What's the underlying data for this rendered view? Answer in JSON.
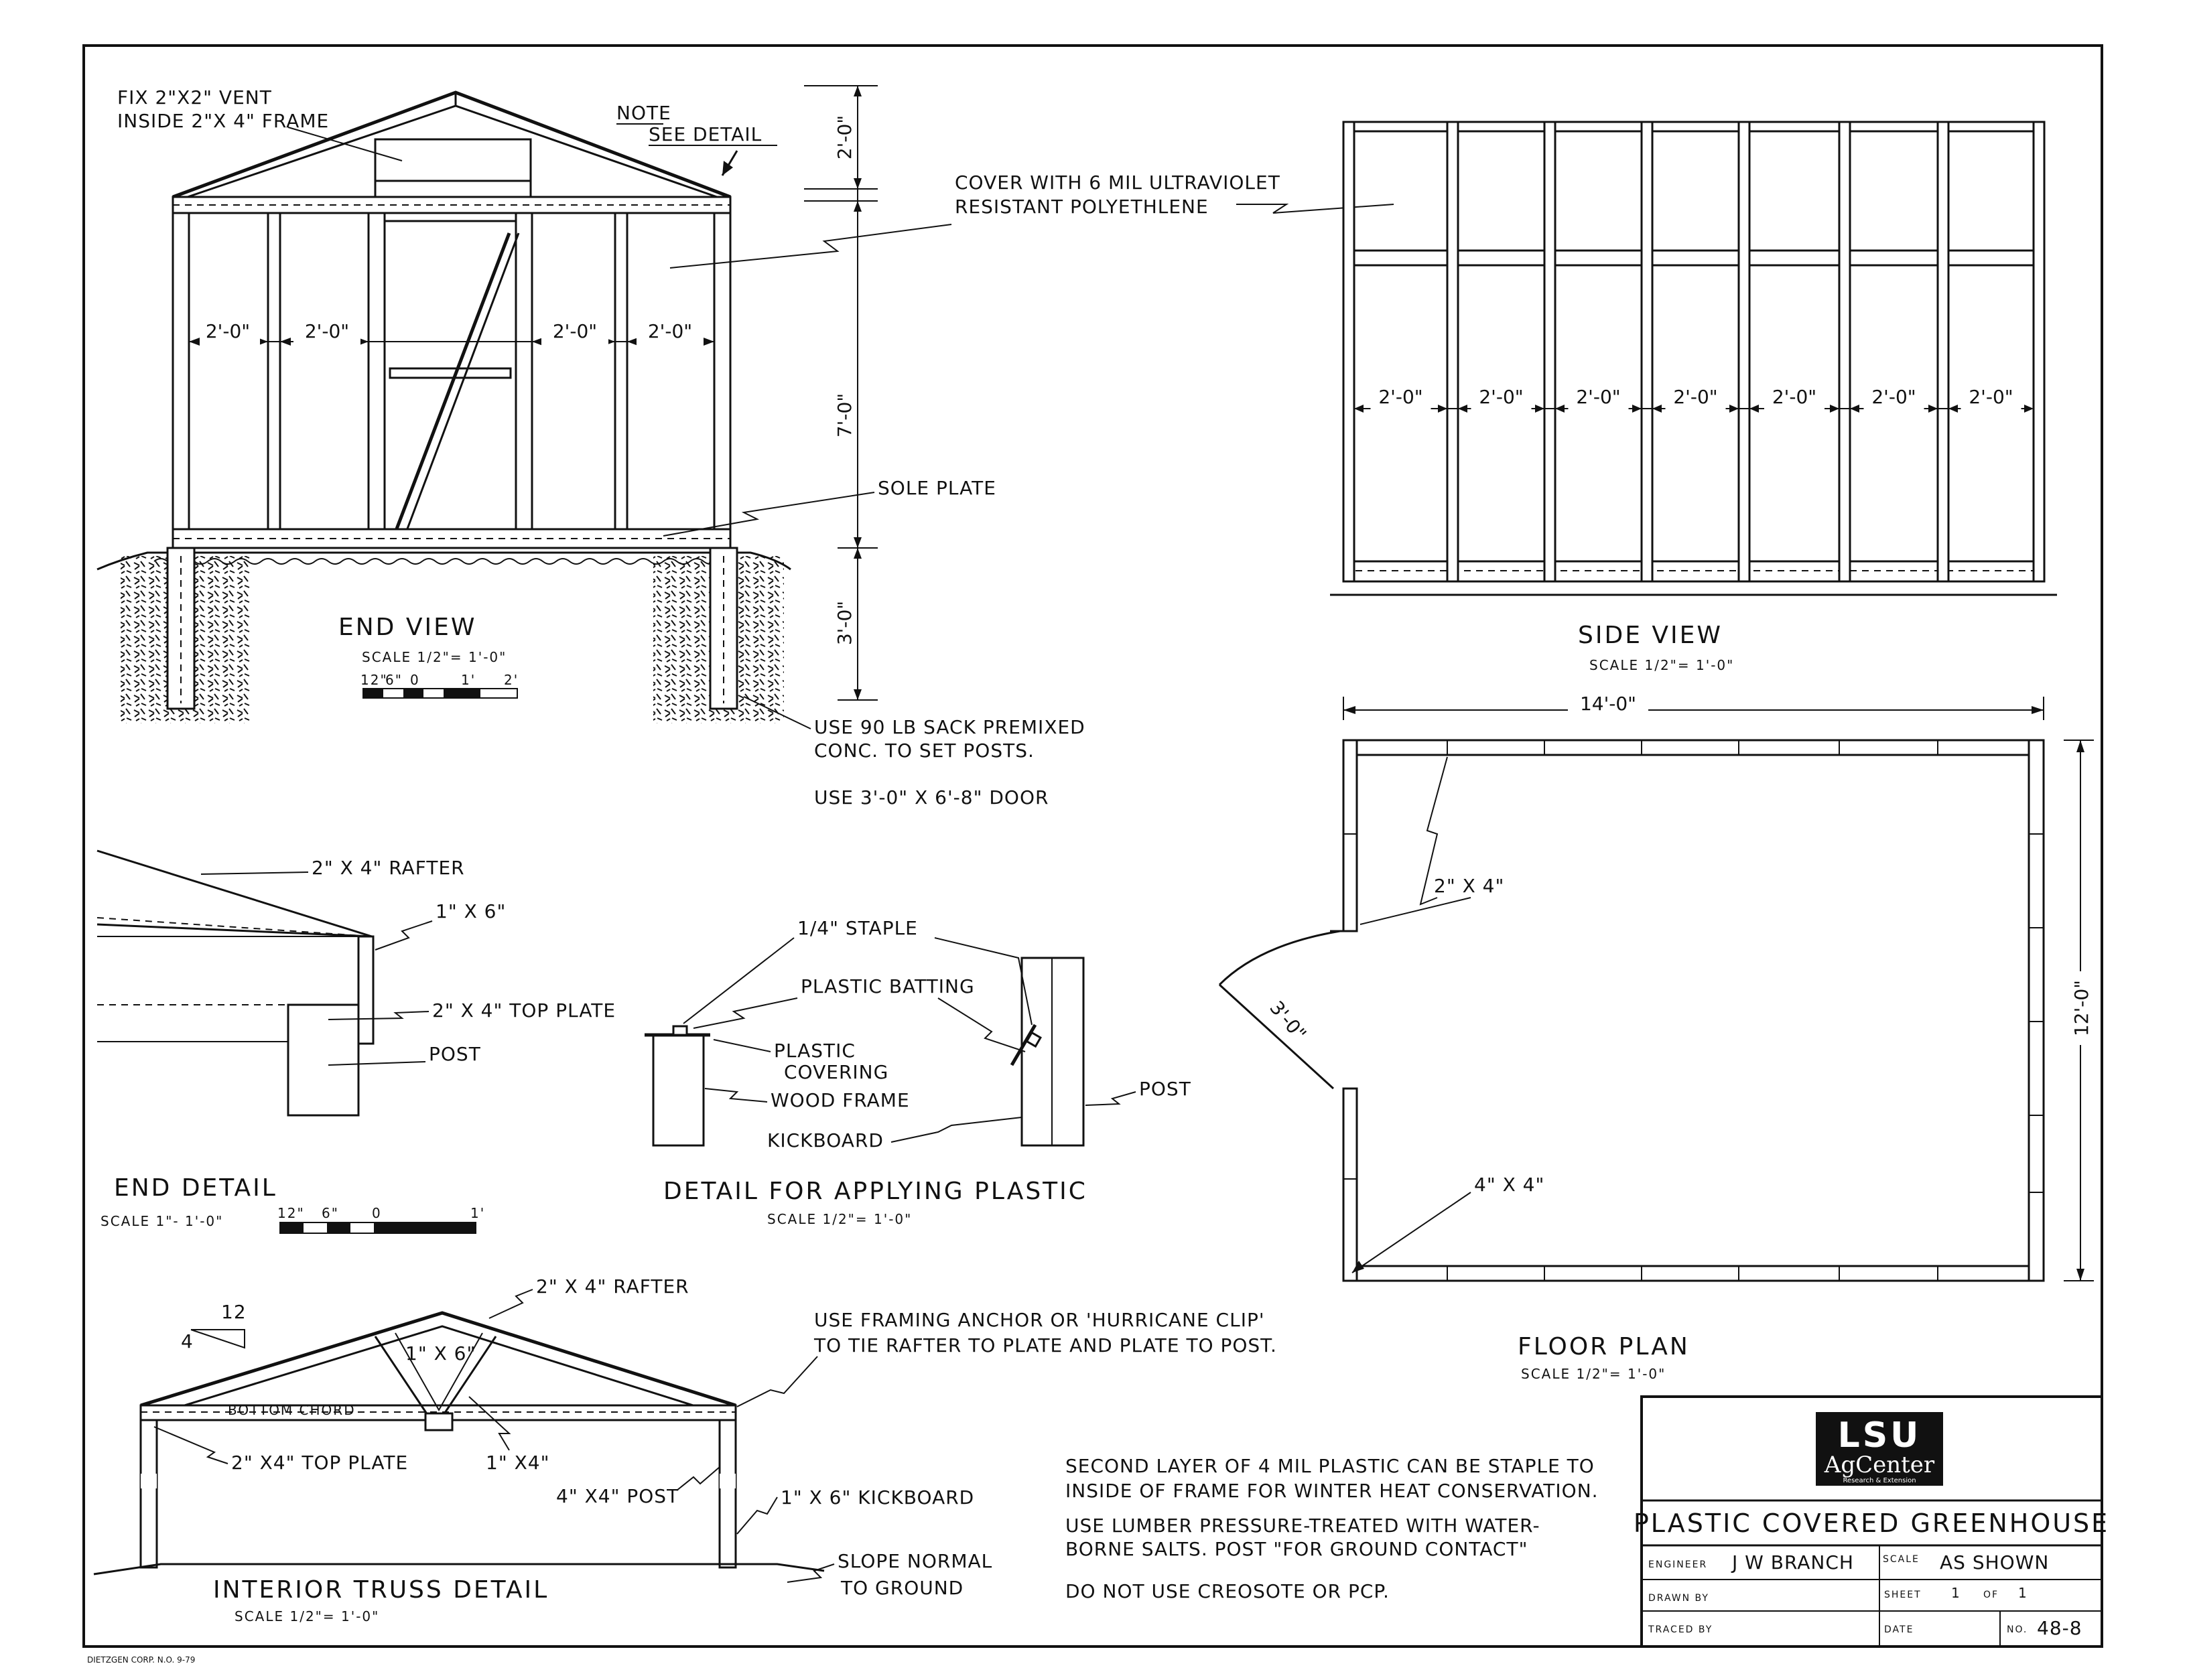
{
  "end_view": {
    "title": "END VIEW",
    "scale": "SCALE 1/2\"= 1'-0\"",
    "vent_note_1": "FIX 2\"X2\" VENT",
    "vent_note_2": "INSIDE 2\"X 4\" FRAME",
    "note": "NOTE",
    "see_detail": "SEE DETAIL",
    "spacing": [
      "2'-0\"",
      "2'-0\"",
      "2'-0\"",
      "2'-0\""
    ],
    "dim_roof": "2'-0\"",
    "dim_wall": "7'-0\"",
    "dim_ground": "3'-0\"",
    "scale_bar": [
      "12\"",
      "6\"",
      "0",
      "1'",
      "2'"
    ],
    "cover_1": "COVER WITH  6 MIL ULTRAVIOLET",
    "cover_2": "RESISTANT POLYETHLENE",
    "sole_plate": "SOLE PLATE",
    "conc_1": "USE  90 LB  SACK  PREMIXED",
    "conc_2": "CONC. TO   SET  POSTS.",
    "door": "USE  3'-0\" X  6'-8\" DOOR"
  },
  "side_view": {
    "title": "SIDE  VIEW",
    "scale": "SCALE  1/2\"= 1'-0\"",
    "spacing": [
      "2'-0\"",
      "2'-0\"",
      "2'-0\"",
      "2'-0\"",
      "2'-0\"",
      "2'-0\"",
      "2'-0\""
    ]
  },
  "floor_plan": {
    "title": "FLOOR   PLAN",
    "scale": "SCALE  1/2\"= 1'-0\"",
    "width": "14'-0\"",
    "depth": "12'-0\"",
    "door": "3'-0\"",
    "stud": "2\" X 4\"",
    "post": "4\" X 4\""
  },
  "end_detail": {
    "title": "END  DETAIL",
    "scale": "SCALE  1\"- 1'-0\"",
    "rafter": "2\" X  4\"  RAFTER",
    "board": "1\" X  6\"",
    "top_plate": "2\" X 4\"  TOP  PLATE",
    "post": "POST",
    "scale_bar": [
      "12\"",
      "6\"",
      "0",
      "1'"
    ]
  },
  "plastic_detail": {
    "title": "DETAIL   FOR  APPLYING  PLASTIC",
    "scale": "SCALE  1/2\"= 1'-0\"",
    "staple": "1/4\"  STAPLE",
    "batting": "PLASTIC  BATTING",
    "covering_1": "PLASTIC",
    "covering_2": "COVERING",
    "wood_frame": "WOOD  FRAME",
    "kickboard": "KICKBOARD",
    "post": "POST"
  },
  "truss_detail": {
    "title": "INTERIOR  TRUSS  DETAIL",
    "scale": "SCALE  1/2\"= 1'-0\"",
    "pitch": "12",
    "pitch_rise": "4",
    "rafter": "2\" X 4\"  RAFTER",
    "web": "1\" X 6\"",
    "bottom_chord": "BOTTOM    CHORD",
    "top_plate": "2\" X4\"  TOP  PLATE",
    "brace": "1\" X4\"",
    "post": "4\" X4\"  POST",
    "kickboard": "1\" X 6\"  KICKBOARD",
    "slope_1": "SLOPE  NORMAL",
    "slope_2": "TO  GROUND",
    "anchor_1": "USE  FRAMING  ANCHOR  OR  'HURRICANE  CLIP'",
    "anchor_2": "TO  TIE  RAFTER  TO  PLATE  AND  PLATE TO  POST."
  },
  "notes": {
    "line_1": "SECOND  LAYER  OF  4 MIL  PLASTIC  CAN  BE  STAPLE  TO",
    "line_2": "INSIDE  OF  FRAME  FOR  WINTER  HEAT  CONSERVATION.",
    "line_3": "USE  LUMBER  PRESSURE-TREATED  WITH  WATER-",
    "line_4": "BORNE  SALTS.  POST  \"FOR GROUND CONTACT\"",
    "line_5": "DO  NOT  USE   CREOSOTE    OR    PCP."
  },
  "title_block": {
    "logo_main": "LSU",
    "logo_sub": "AgCenter",
    "logo_tag": "Research & Extension",
    "title": "PLASTIC   COVERED   GREENHOUSE",
    "engineer_label": "ENGINEER",
    "engineer": "J  W  BRANCH",
    "scale_label": "SCALE",
    "scale": "AS  SHOWN",
    "drawn_label": "DRAWN  BY",
    "sheet_label": "SHEET",
    "sheet": "1",
    "of_label": "OF",
    "of": "1",
    "traced_label": "TRACED  BY",
    "date_label": "DATE",
    "no_label": "NO.",
    "no": "48-8"
  },
  "footer": "DIETZGEN CORP. N.O.   9-79"
}
